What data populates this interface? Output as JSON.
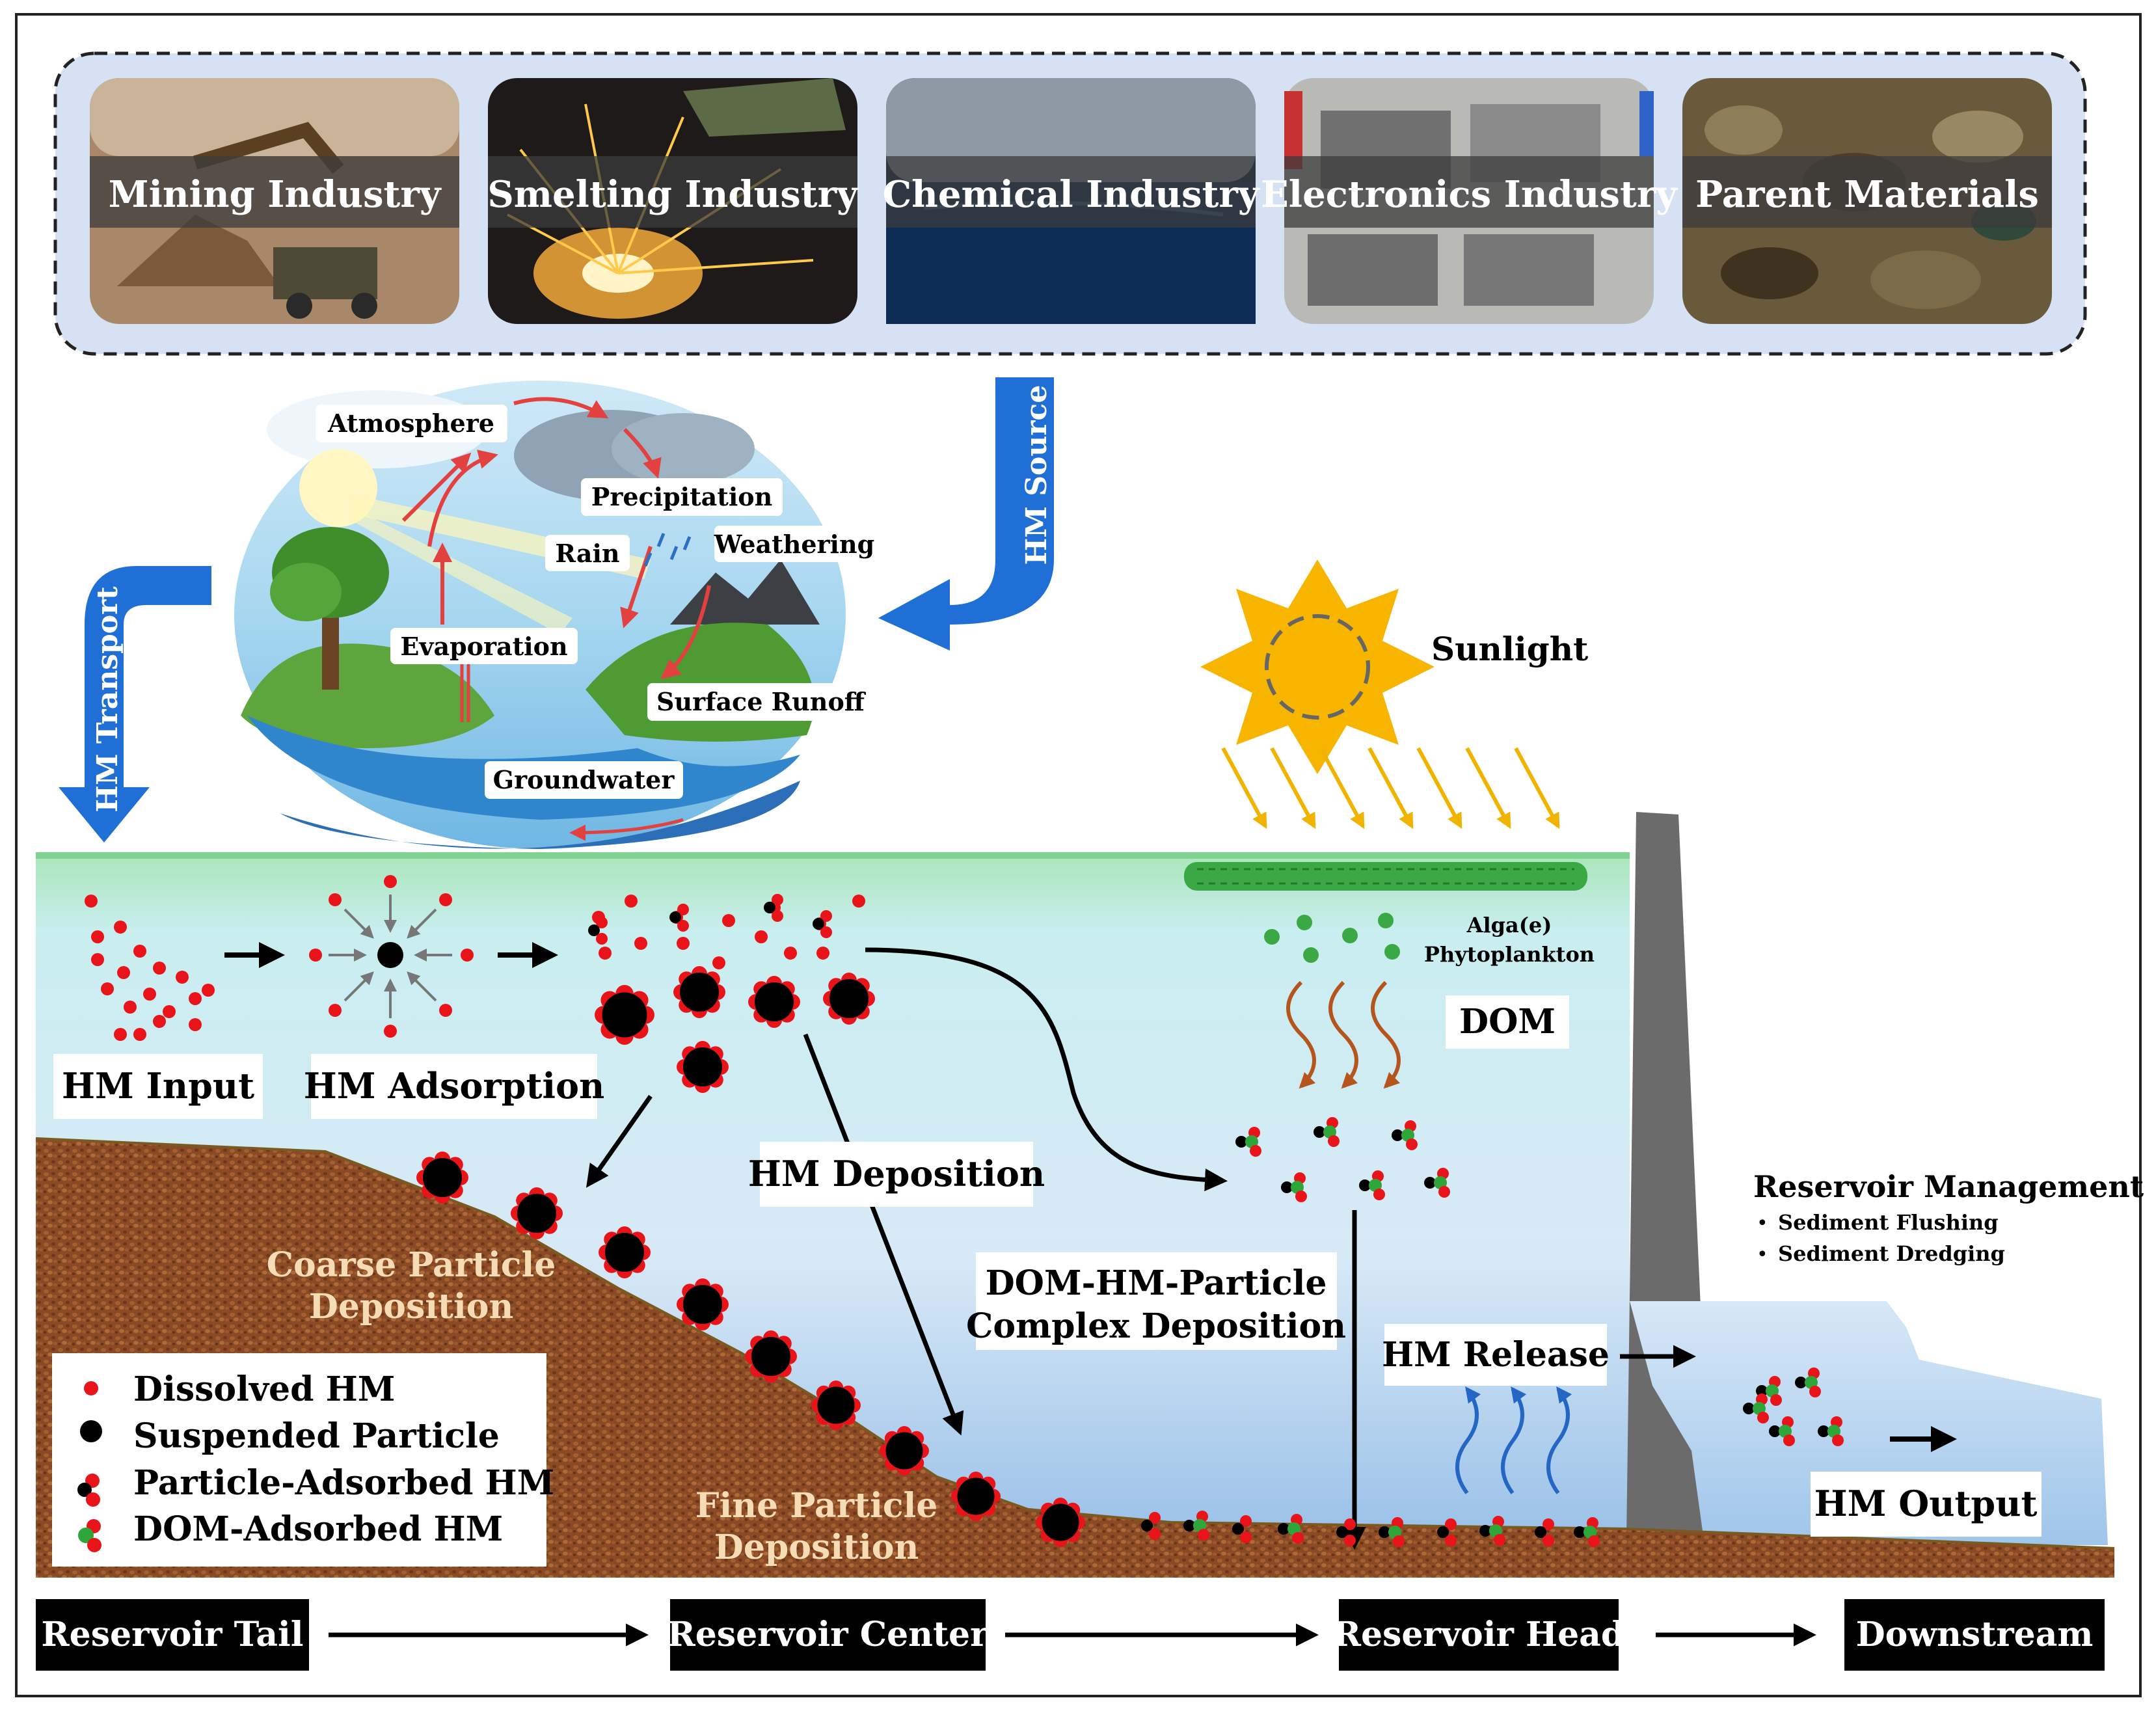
{
  "sources": {
    "items": [
      {
        "label": "Mining Industry"
      },
      {
        "label": "Smelting Industry"
      },
      {
        "label": "Chemical Industry"
      },
      {
        "label": "Electronics Industry"
      },
      {
        "label": "Parent Materials"
      }
    ],
    "hm_source_label": "HM Source"
  },
  "water_cycle": {
    "atmosphere": "Atmosphere",
    "precipitation": "Precipitation",
    "rain": "Rain",
    "weathering": "Weathering",
    "evaporation": "Evaporation",
    "surface_runoff": "Surface Runoff",
    "groundwater": "Groundwater",
    "hm_transport_label": "HM Transport"
  },
  "sun": {
    "label": "Sunlight"
  },
  "algae": {
    "line1": "Alga(e)",
    "line2": "Phytoplankton",
    "dom": "DOM"
  },
  "processes": {
    "hm_input": "HM Input",
    "hm_adsorption": "HM Adsorption",
    "hm_deposition": "HM Deposition",
    "coarse_line1": "Coarse Particle",
    "coarse_line2": "Deposition",
    "fine_line1": "Fine Particle",
    "fine_line2": "Deposition",
    "complex_line1": "DOM-HM-Particle",
    "complex_line2": "Complex Deposition",
    "hm_release": "HM Release",
    "hm_output": "HM Output"
  },
  "management": {
    "title": "Reservoir Management",
    "items": [
      "Sediment Flushing",
      "Sediment Dredging"
    ]
  },
  "legend": {
    "items": [
      {
        "label": "Dissolved HM"
      },
      {
        "label": "Suspended Particle"
      },
      {
        "label": "Particle-Adsorbed HM"
      },
      {
        "label": "DOM-Adsorbed HM"
      }
    ]
  },
  "zones": [
    "Reservoir Tail",
    "Reservoir Center",
    "Reservoir Head",
    "Downstream"
  ],
  "colors": {
    "dissolved": "#e8141a",
    "particle": "#000000",
    "dom": "#2fa63a",
    "arrow_blue": "#1f6fd6",
    "sun": "#f7b500",
    "sediment": "#8a4a26"
  }
}
